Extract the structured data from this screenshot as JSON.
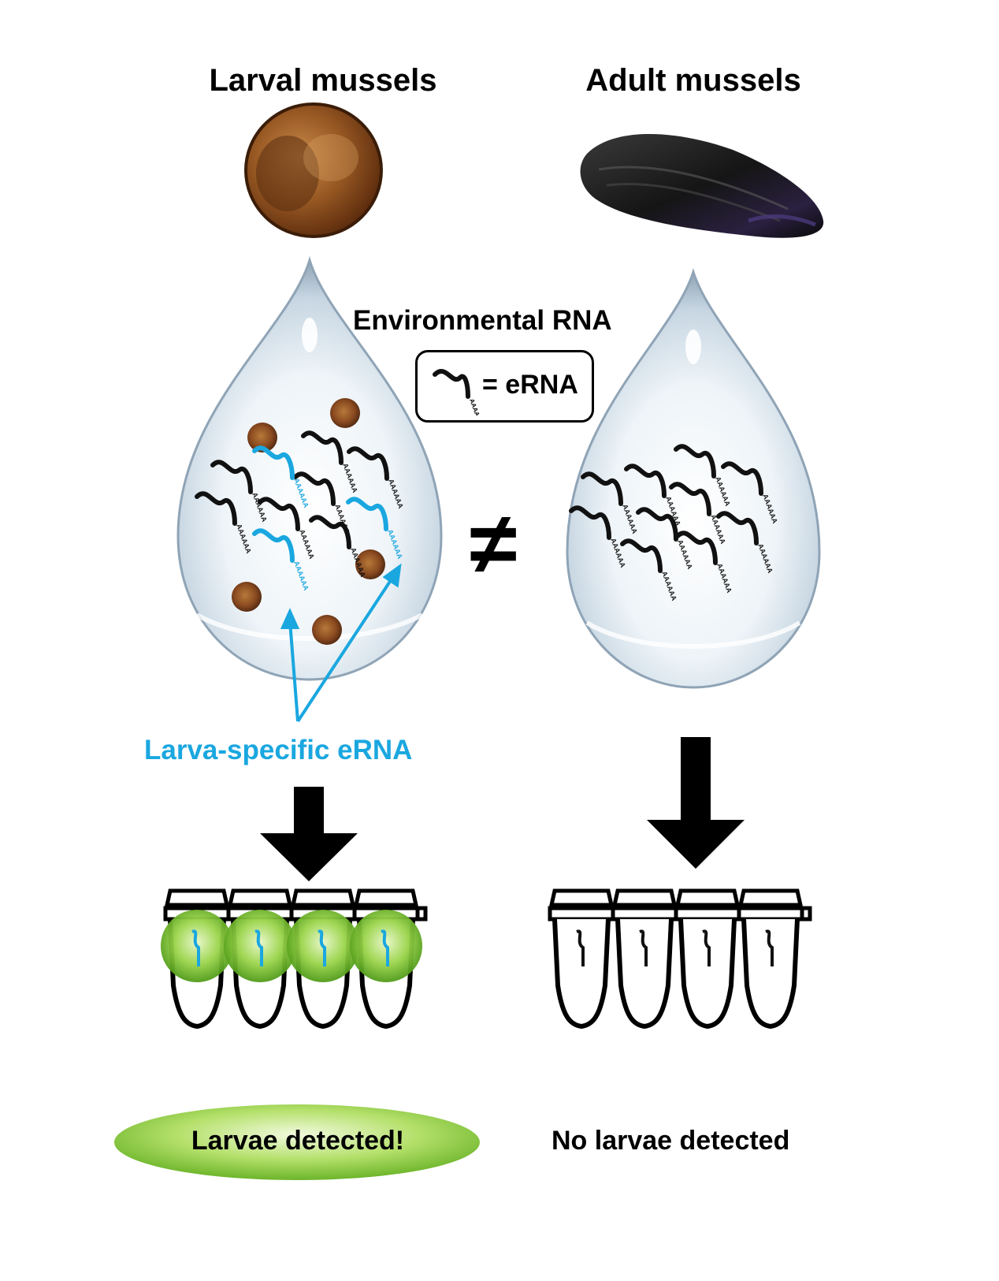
{
  "titles": {
    "larval": "Larval mussels",
    "adult": "Adult mussels"
  },
  "center": {
    "env_rna": "Environmental RNA",
    "legend": "= eRNA",
    "not_equal": "≠"
  },
  "labels": {
    "larva_specific": "Larva-specific eRNA",
    "polyA": "AAAAAA",
    "detected": "Larvae detected!",
    "not_detected": "No larvae detected"
  },
  "colors": {
    "black_rna": "#111111",
    "blue_rna": "#1aa7e0",
    "droplet_edge": "#9fb3c4",
    "green_glow": "#7cc832",
    "larva_brown": "#8a4a20"
  }
}
